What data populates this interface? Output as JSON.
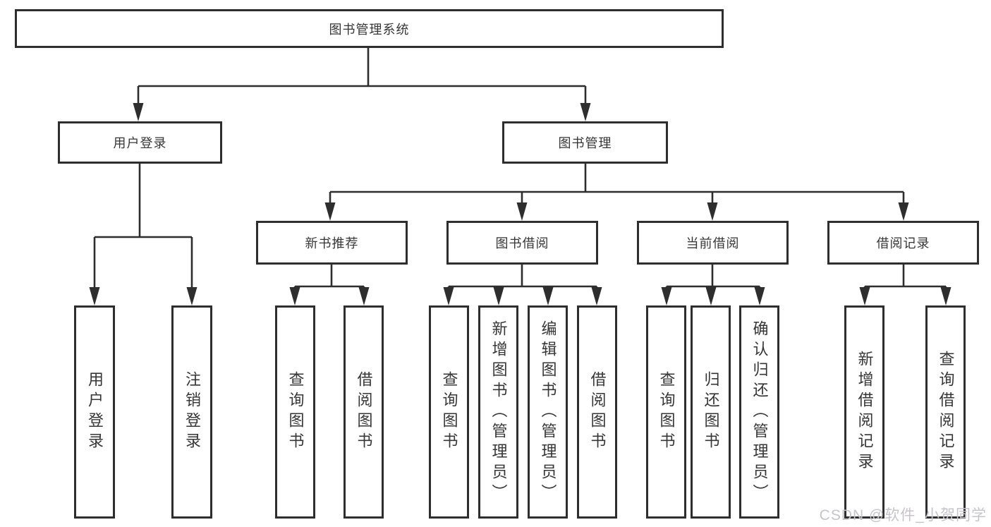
{
  "diagram": {
    "root": {
      "label": "图书管理系统"
    },
    "level2": [
      {
        "label": "用户登录"
      },
      {
        "label": "图书管理"
      }
    ],
    "level3": [
      {
        "label": "新书推荐"
      },
      {
        "label": "图书借阅"
      },
      {
        "label": "当前借阅"
      },
      {
        "label": "借阅记录"
      }
    ],
    "leaves": {
      "user_login": [
        "用户登录",
        "注销登录"
      ],
      "new_book_rec": [
        "查询图书",
        "借阅图书"
      ],
      "book_borrow": [
        "查询图书",
        "新增图书（管理员）",
        "编辑图书（管理员）",
        "借阅图书"
      ],
      "current_borrow": [
        "查询图书",
        "归还图书",
        "确认归还（管理员）"
      ],
      "borrow_records": [
        "新增借阅记录",
        "查询借阅记录"
      ]
    }
  },
  "watermark": "CSDN @软件_小贺同学",
  "colors": {
    "line": "#2e2e2e",
    "text": "#363636",
    "watermark": "#c6c4ca",
    "background": "#ffffff"
  }
}
